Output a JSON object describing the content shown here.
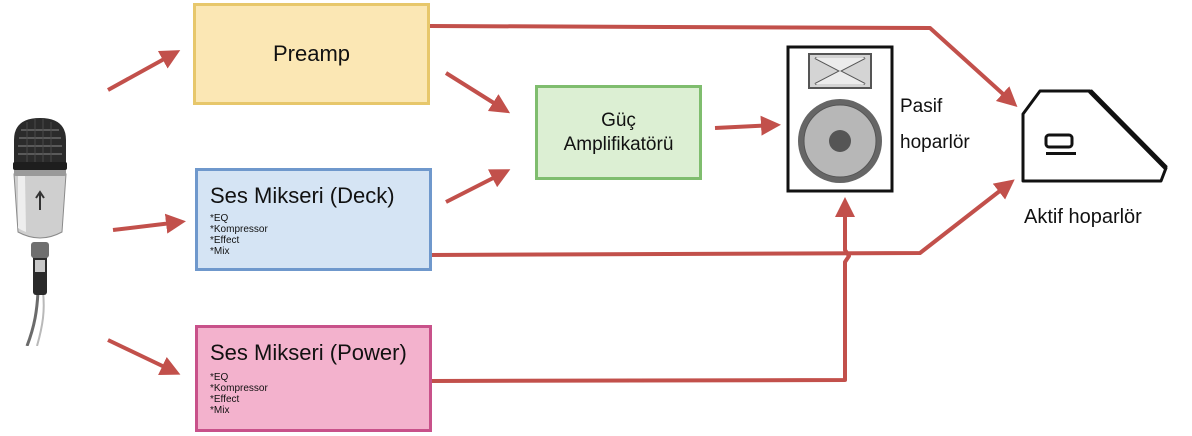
{
  "colors": {
    "arrow": "#c2504b",
    "preamp_fill": "#fbe7b4",
    "preamp_border": "#e7c76b",
    "deck_fill": "#d5e4f4",
    "deck_border": "#6f98cc",
    "power_fill": "#f3b2cd",
    "power_border": "#c8518a",
    "amp_fill": "#dcefd3",
    "amp_border": "#7fbd6e"
  },
  "icons": [
    "microphone-icon",
    "passive-speaker-icon",
    "active-speaker-icon"
  ],
  "nodes": {
    "preamp": {
      "label": "Preamp"
    },
    "amplifier": {
      "line1": "Güç",
      "line2": "Amplifikatörü"
    },
    "mixer_deck": {
      "title": "Ses Mikseri (Deck)",
      "features": [
        "*EQ",
        "*Kompressor",
        "*Effect",
        "*Mix"
      ]
    },
    "mixer_power": {
      "title": "Ses Mikseri (Power)",
      "features": [
        "*EQ",
        "*Kompressor",
        "*Effect",
        "*Mix"
      ]
    },
    "passive_speaker": {
      "line1": "Pasif",
      "line2": "hoparlör"
    },
    "active_speaker": {
      "label": "Aktif hoparlör"
    }
  }
}
